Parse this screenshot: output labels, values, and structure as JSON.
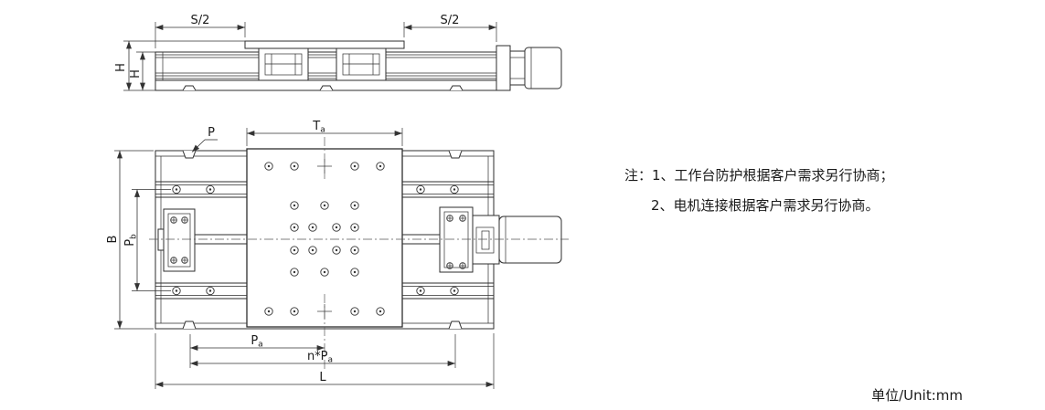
{
  "side_view": {
    "dim_s2_left": "S/2",
    "dim_s2_right": "S/2",
    "dim_h_outer": "H",
    "dim_h_inner": "H"
  },
  "plan_view": {
    "dim_ta": {
      "base": "T",
      "sub": "a"
    },
    "dim_p": "P",
    "dim_b": "B",
    "dim_pb": {
      "base": "P",
      "sub": "b"
    },
    "dim_pa": {
      "base": "P",
      "sub": "a"
    },
    "dim_npa": {
      "base": "n*P",
      "sub": "a"
    },
    "dim_l": "L"
  },
  "notes": {
    "line1": "注：1、工作台防护根据客户需求另行协商；",
    "line2": "2、电机连接根据客户需求另行协商。"
  },
  "footer": {
    "unit_label": "单位/Unit:mm"
  }
}
